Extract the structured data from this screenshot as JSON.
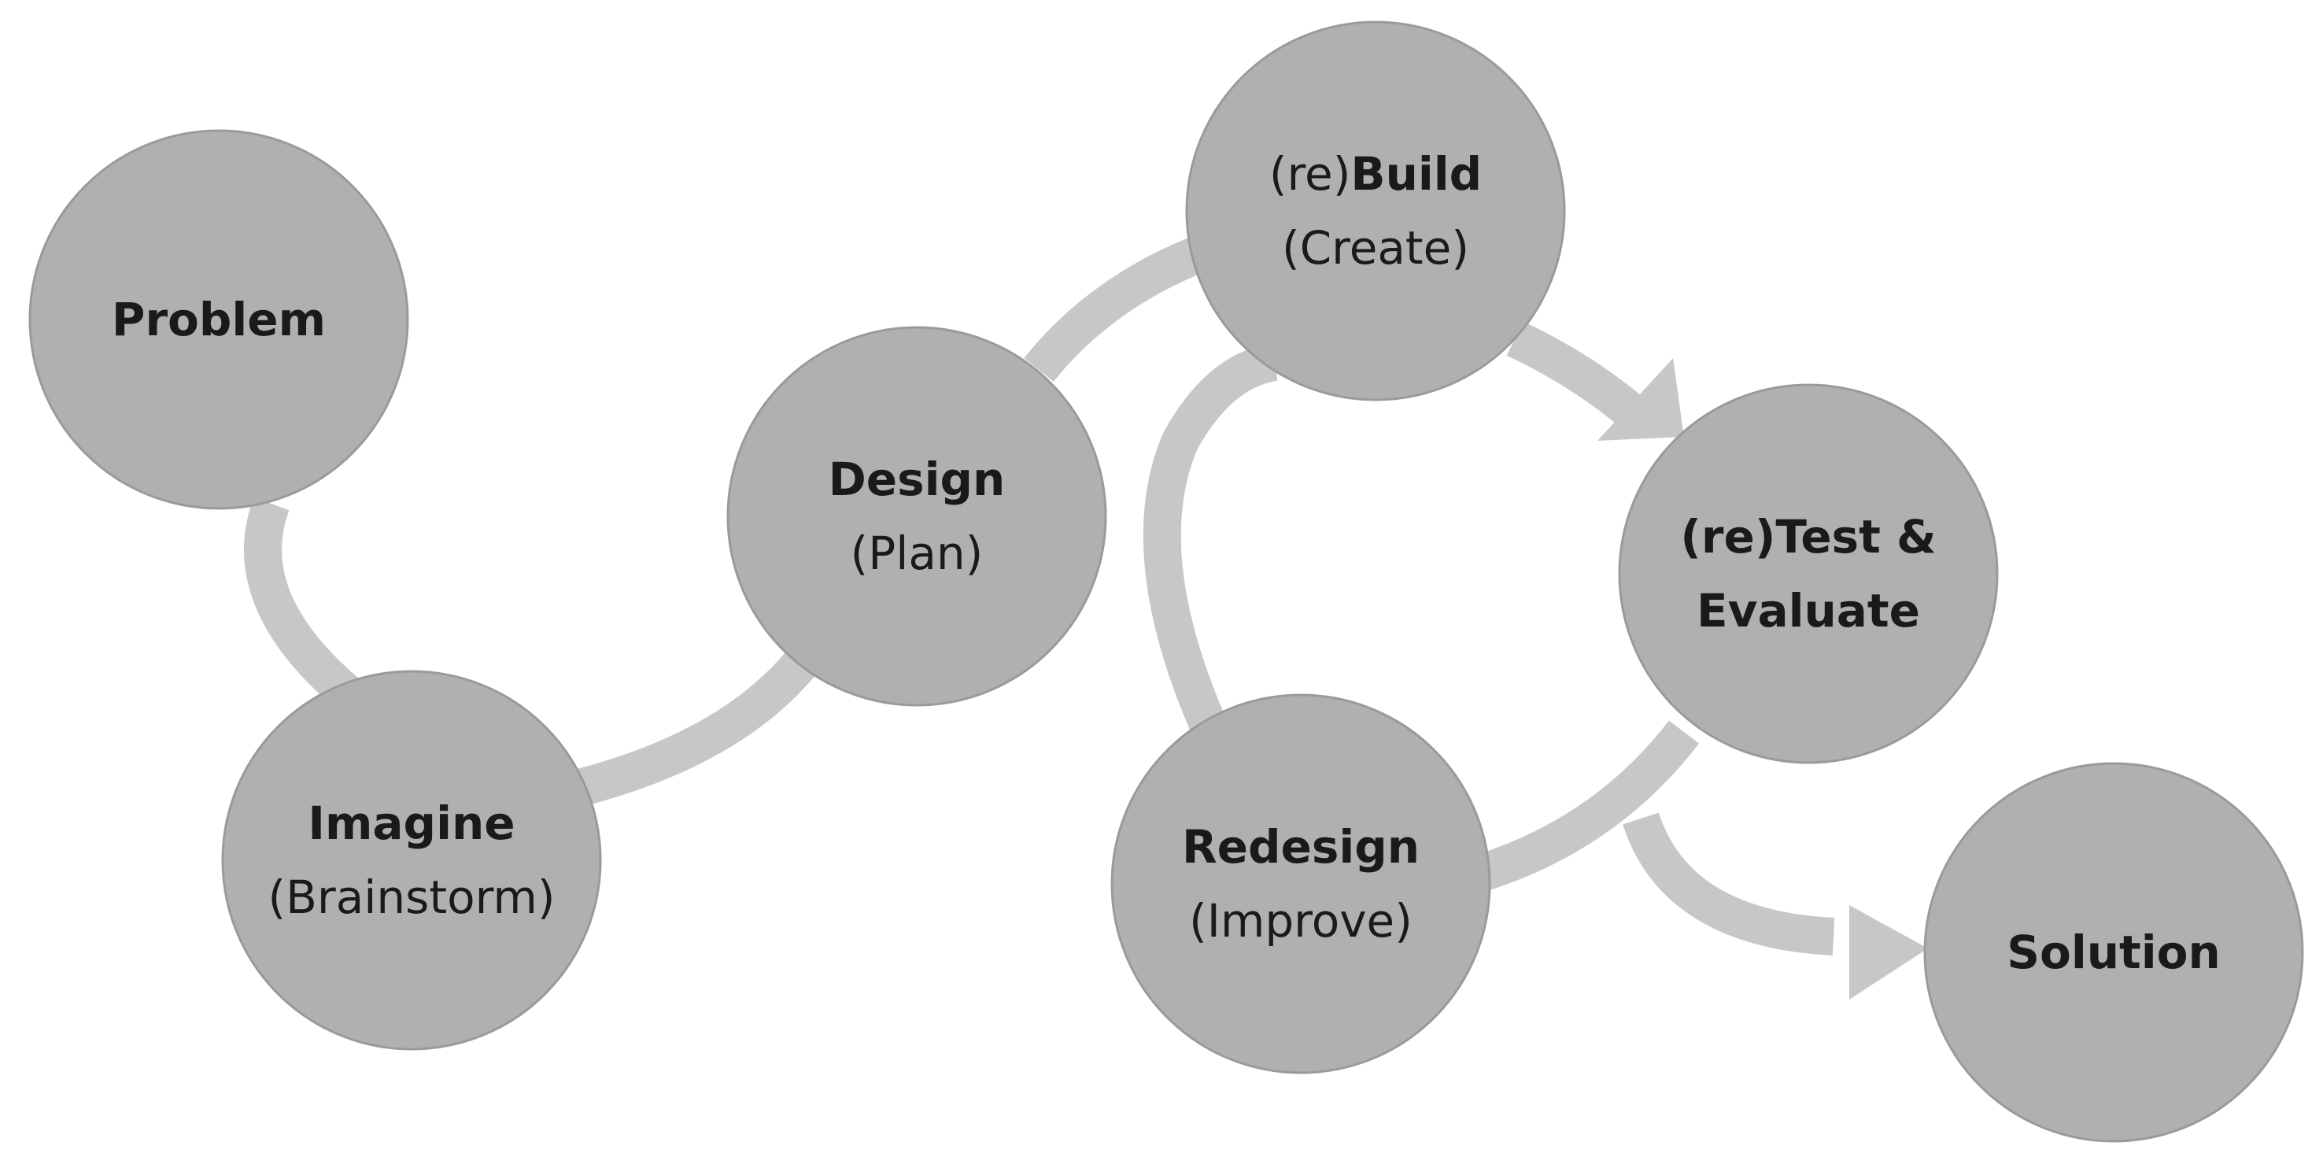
{
  "diagram": {
    "nodes": [
      {
        "id": "problem",
        "lines": [
          [
            {
              "text": "Problem",
              "bold": true
            }
          ]
        ]
      },
      {
        "id": "imagine",
        "lines": [
          [
            {
              "text": "Imagine",
              "bold": true
            }
          ],
          [
            {
              "text": "(Brainstorm)",
              "bold": false
            }
          ]
        ]
      },
      {
        "id": "design",
        "lines": [
          [
            {
              "text": "Design",
              "bold": true
            }
          ],
          [
            {
              "text": "(Plan)",
              "bold": false
            }
          ]
        ]
      },
      {
        "id": "rebuild",
        "lines": [
          [
            {
              "text": "(re)",
              "bold": false
            },
            {
              "text": "Build",
              "bold": true
            }
          ],
          [
            {
              "text": "(Create)",
              "bold": false
            }
          ]
        ]
      },
      {
        "id": "retest",
        "lines": [
          [
            {
              "text": "(re)Test &",
              "bold": true
            }
          ],
          [
            {
              "text": "Evaluate",
              "bold": true
            }
          ]
        ]
      },
      {
        "id": "redesign",
        "lines": [
          [
            {
              "text": "Redesign",
              "bold": true
            }
          ],
          [
            {
              "text": "(Improve)",
              "bold": false
            }
          ]
        ]
      },
      {
        "id": "solution",
        "lines": [
          [
            {
              "text": "Solution",
              "bold": true
            }
          ]
        ]
      }
    ],
    "connectors": [
      {
        "from": "problem",
        "to": "imagine",
        "arrow": false
      },
      {
        "from": "imagine",
        "to": "design",
        "arrow": false
      },
      {
        "from": "design",
        "to": "rebuild",
        "arrow": false
      },
      {
        "from": "rebuild",
        "to": "retest",
        "arrow": true
      },
      {
        "from": "retest",
        "to": "redesign",
        "arrow": false
      },
      {
        "from": "redesign",
        "to": "rebuild",
        "arrow": false
      },
      {
        "from": "retest",
        "to": "solution",
        "arrow": true
      }
    ],
    "colors": {
      "node_fill": "#b0b0b0",
      "connector": "#c7c7c7",
      "text": "#1a1a1a",
      "background": "#ffffff"
    }
  }
}
